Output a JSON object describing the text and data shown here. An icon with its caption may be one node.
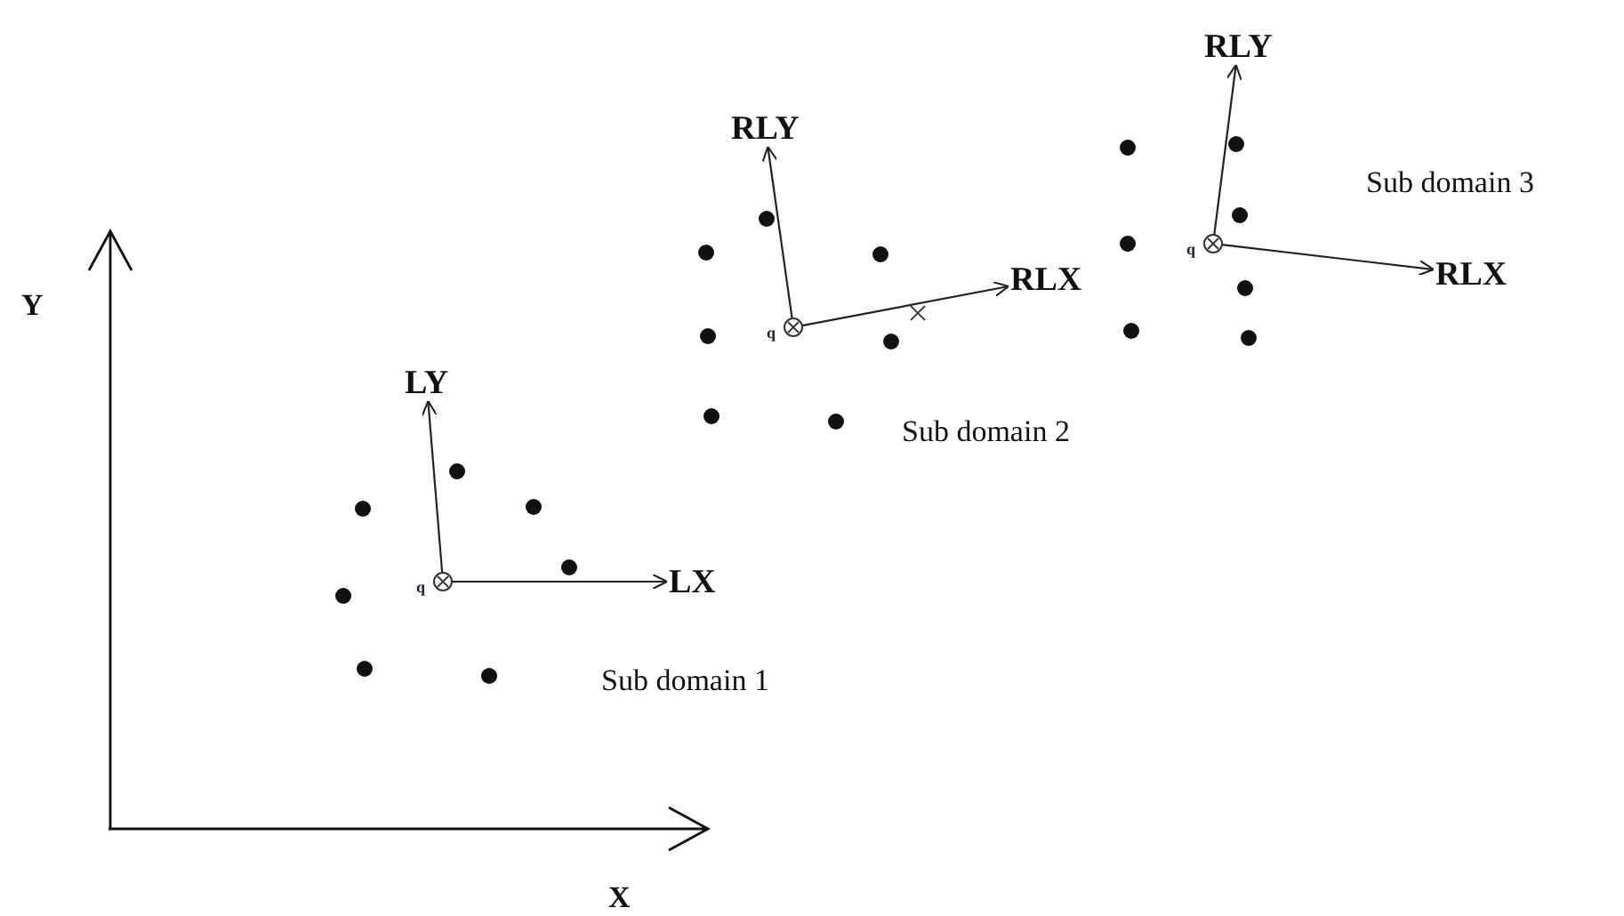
{
  "diagram": {
    "nodes": [
      {
        "text": [],
        "shape": "circle",
        "beside": [
          "q"
        ]
      },
      {
        "text": [
          "LY"
        ]
      },
      {
        "text": [
          "LX"
        ]
      },
      {
        "text": [],
        "shape": "circle",
        "beside": [
          "q"
        ]
      },
      {
        "text": [
          "RLY"
        ]
      },
      {
        "text": [
          "RLX"
        ]
      },
      {
        "text": [],
        "shape": "circle",
        "beside": [
          "q"
        ]
      },
      {
        "text": [
          "RLY"
        ]
      },
      {
        "text": [
          "RLX"
        ]
      }
    ],
    "edges": [
      {
        "from": 0,
        "to": 1,
        "arrow": "to"
      },
      {
        "from": 0,
        "to": 2,
        "arrow": "to"
      },
      {
        "from": 3,
        "to": 4,
        "arrow": "to"
      },
      {
        "from": 3,
        "to": 5,
        "arrow": "to"
      },
      {
        "from": 6,
        "to": 7,
        "arrow": "to"
      },
      {
        "from": 6,
        "to": 8,
        "arrow": "to"
      }
    ],
    "labels": [
      "Sub domain 3",
      "Y",
      "Sub domain 2",
      "Sub domain 1",
      "X"
    ]
  }
}
